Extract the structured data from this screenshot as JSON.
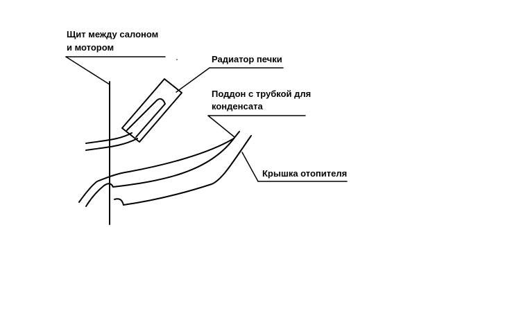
{
  "labels": {
    "wall_line1": "Щит между салоном",
    "wall_line2": "и мотором",
    "radiator": "Радиатор печки",
    "tray_line1": "Поддон с трубкой для",
    "tray_line2": "конденсата",
    "cover": "Крышка отопителя"
  },
  "colors": {
    "background": "#ffffff",
    "ink": "#000000"
  }
}
